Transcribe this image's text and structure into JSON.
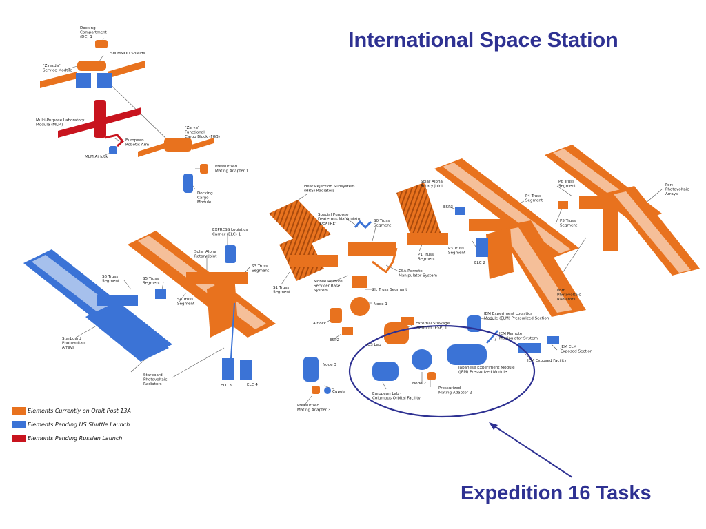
{
  "title": "International Space Station",
  "subtitle": "Expedition 16 Tasks",
  "colors": {
    "orange": "#e8721e",
    "blue": "#3b73d6",
    "red": "#c8141e",
    "title": "#2e3192",
    "ring": "#2e3192"
  },
  "legend": [
    {
      "label": "Elements Currently on Orbit Post 13A",
      "color": "#e8721e"
    },
    {
      "label": "Elements Pending US Shuttle Launch",
      "color": "#3b73d6"
    },
    {
      "label": "Elements Pending Russian Launch",
      "color": "#c8141e"
    }
  ],
  "labels": {
    "docking_compartment": [
      "Docking",
      "Compartment",
      "(DC) 1"
    ],
    "smmod": [
      "SM MMOD Shields"
    ],
    "zvezda": [
      "\"Zvezda\"",
      "Service Module"
    ],
    "mlm": [
      "Multi-Purpose Laboratory",
      "Module (MLM)"
    ],
    "era": [
      "European",
      "Robotic Arm"
    ],
    "mlm_airlock": [
      "MLM Airlock"
    ],
    "zarya": [
      "\"Zarya\"",
      "Functional",
      "Cargo Block (FGB)"
    ],
    "pma1": [
      "Pressurized",
      "Mating Adapter 1"
    ],
    "docking_cargo": [
      "Docking",
      "Cargo",
      "Module"
    ],
    "hrs": [
      "Heat Rejection Subsystem",
      "(HRS) Radiators"
    ],
    "dextre": [
      "Special Purpose",
      "Dexterous Manipulator",
      "\"DEXTRE\""
    ],
    "s0": [
      "S0 Truss",
      "Segment"
    ],
    "sarj_port": [
      "Solar Alpha",
      "Rotary Joint"
    ],
    "esp3": [
      "ESP3"
    ],
    "p4": [
      "P4 Truss",
      "Segment"
    ],
    "p6": [
      "P6 Truss",
      "Segment"
    ],
    "port_pv": [
      "Port",
      "Photovoltaic",
      "Arrays"
    ],
    "p5": [
      "P5 Truss",
      "Segment"
    ],
    "p1": [
      "P1 Truss",
      "Segment"
    ],
    "p3": [
      "P3 Truss",
      "Segment"
    ],
    "elc2": [
      "ELC 2"
    ],
    "port_rad": [
      "Port",
      "Photovoltaic",
      "Radiators"
    ],
    "express": [
      "EXPRESS Logistics",
      "Carrier (ELC) 1"
    ],
    "sarj_stbd": [
      "Solar Alpha",
      "Rotary Joint"
    ],
    "s3": [
      "S3 Truss",
      "Segment"
    ],
    "s6": [
      "S6 Truss",
      "Segment"
    ],
    "s5": [
      "S5 Truss",
      "Segment"
    ],
    "s4": [
      "S4 Truss",
      "Segment"
    ],
    "s1": [
      "S1 Truss",
      "Segment"
    ],
    "mbs": [
      "Mobile Remote",
      "Servicer Base",
      "System"
    ],
    "csa": [
      "CSA Remote",
      "Manipulator System"
    ],
    "z1": [
      "Z1 Truss Segment"
    ],
    "node1": [
      "Node 1"
    ],
    "airlock": [
      "Airlock"
    ],
    "esp2": [
      "ESP2"
    ],
    "esp": [
      "External Stowage",
      "Platform (ESP) 1"
    ],
    "us_lab": [
      "US Lab"
    ],
    "jem_elm_ps": [
      "JEM Experiment Logistics",
      "Module (ELM) Pressurized Section"
    ],
    "jem_rms": [
      "JEM Remote",
      "Manipulator System"
    ],
    "jem_elm_es": [
      "JEM ELM",
      "Exposed Section"
    ],
    "jem_ef": [
      "JEM Exposed Facility"
    ],
    "jem_pm": [
      "Japanese Experiment Module",
      "(JEM) Pressurized Module"
    ],
    "node2": [
      "Node 2"
    ],
    "pma2": [
      "Pressurized",
      "Mating Adaptor 2"
    ],
    "columbus": [
      "European Lab -",
      "Columbus Orbital Facility"
    ],
    "node3": [
      "Node 3"
    ],
    "cupola": [
      "Cupola"
    ],
    "pma3": [
      "Pressurized",
      "Mating Adapter 3"
    ],
    "stbd_pv": [
      "Starboard",
      "Photovoltaic",
      "Arrays"
    ],
    "stbd_rad": [
      "Starboard",
      "Photovoltaic",
      "Radiators"
    ],
    "elc3": [
      "ELC 3"
    ],
    "elc4": [
      "ELC 4"
    ]
  }
}
